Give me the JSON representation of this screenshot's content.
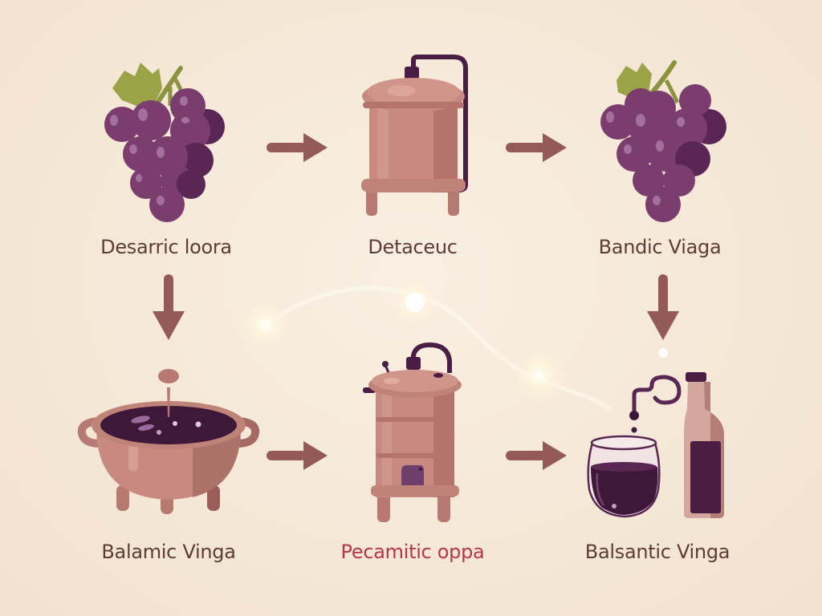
{
  "colors": {
    "background": "#f6e9da",
    "label": "#5e3b38",
    "label_accent": "#b8344d",
    "arrow": "#945a58",
    "copper": "#c88a80",
    "copper_dark": "#9c5d58",
    "grape": "#7a3d6e",
    "grape_dark": "#5a2653",
    "leaf": "#9aa447",
    "liquid": "#3d1838",
    "pipe": "#4a1d45",
    "glow": "#fffbe8"
  },
  "diagram": {
    "nodes": [
      {
        "id": "grapes-1",
        "icon": "grape-cluster-icon",
        "label": "Desarric loora",
        "row": 1,
        "col": 1
      },
      {
        "id": "tank-1",
        "icon": "fermentation-tank-icon",
        "label": "Detaceuc",
        "row": 1,
        "col": 2
      },
      {
        "id": "grapes-2",
        "icon": "grape-cluster-icon",
        "label": "Bandic Viaga",
        "row": 1,
        "col": 3
      },
      {
        "id": "cauldron",
        "icon": "cauldron-icon",
        "label": "Balamic Vinga",
        "row": 2,
        "col": 1
      },
      {
        "id": "tank-2",
        "icon": "aging-barrel-tank-icon",
        "label": "Pecamitic oppa",
        "row": 2,
        "col": 2,
        "highlight": true
      },
      {
        "id": "bottle-glass",
        "icon": "wine-glass-and-bottle-icon",
        "label": "Balsantic Vinga",
        "row": 2,
        "col": 3
      }
    ],
    "edges": [
      {
        "from": "grapes-1",
        "to": "tank-1",
        "direction": "right"
      },
      {
        "from": "tank-1",
        "to": "grapes-2",
        "direction": "right"
      },
      {
        "from": "grapes-1",
        "to": "cauldron",
        "direction": "down"
      },
      {
        "from": "grapes-2",
        "to": "bottle-glass",
        "direction": "down"
      },
      {
        "from": "cauldron",
        "to": "tank-2",
        "direction": "right"
      },
      {
        "from": "tank-2",
        "to": "bottle-glass",
        "direction": "right"
      }
    ],
    "decorations": [
      "glowing-light-path"
    ]
  }
}
